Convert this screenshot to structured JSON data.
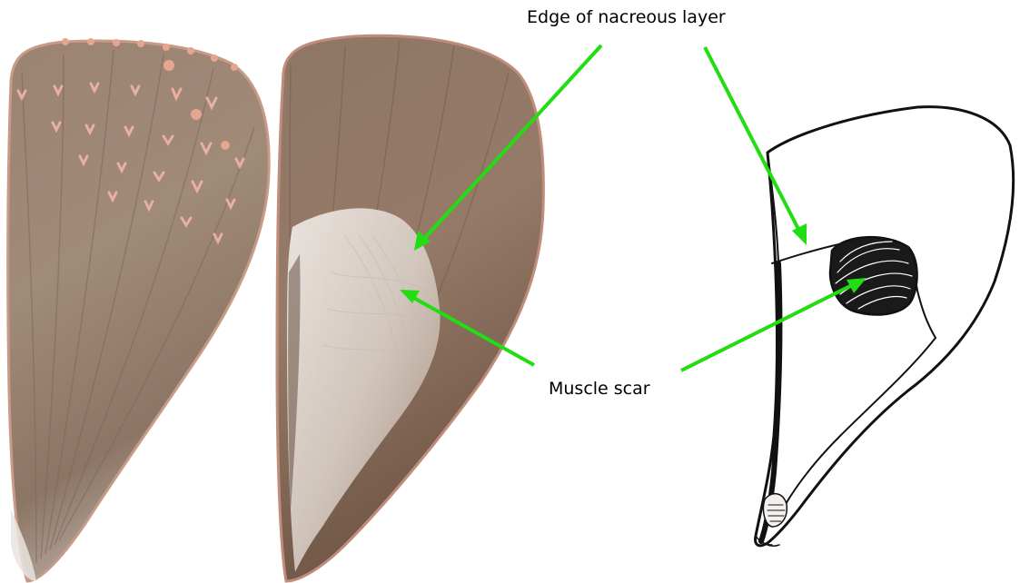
{
  "labels": {
    "edge_of_nacreous_layer": "Edge of nacreous layer",
    "muscle_scar": "Muscle scar"
  },
  "figure": {
    "panels": [
      "shell-exterior-photo",
      "shell-interior-photo",
      "shell-interior-drawing"
    ]
  },
  "colors": {
    "arrow": "#22dd11",
    "shell_brown": "#9a7f6e",
    "shell_rim": "#c08d7c",
    "spine_pink": "#e8b0a0",
    "nacre_white": "#ece8e4",
    "ink": "#111111"
  }
}
